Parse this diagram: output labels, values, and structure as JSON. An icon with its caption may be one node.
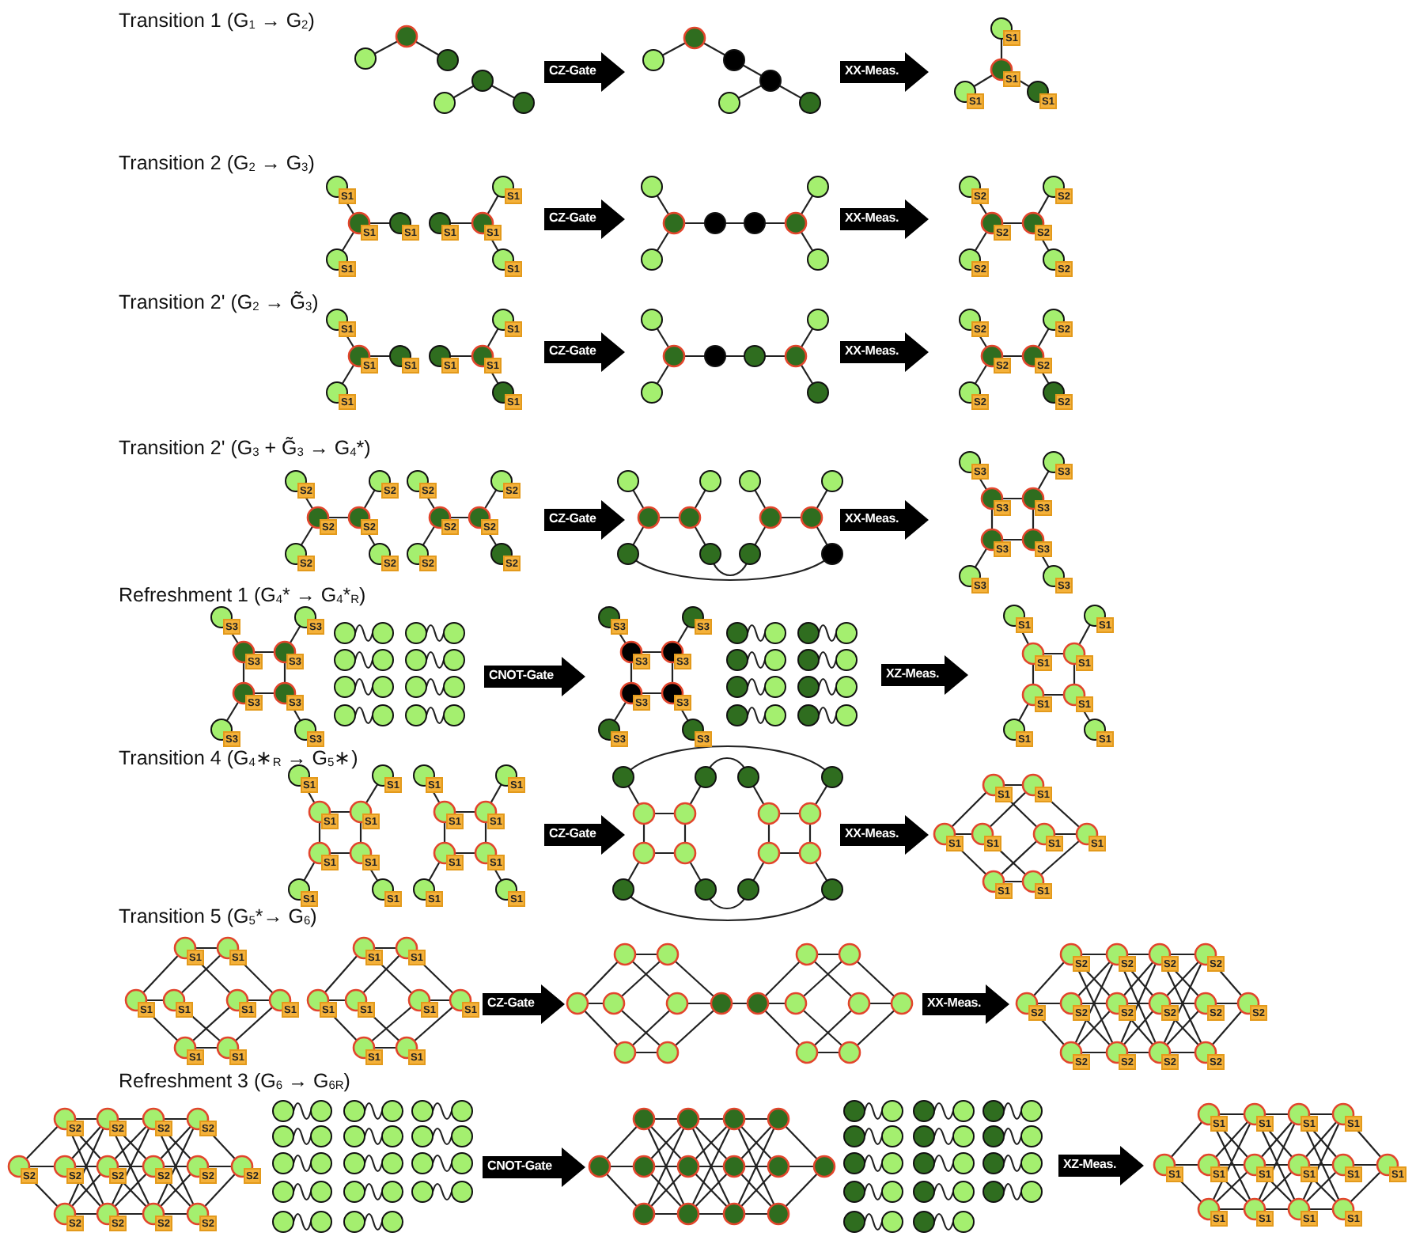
{
  "diagram": {
    "nodes": [
      {
        "text": [
          "CZ-Gate"
        ]
      },
      {
        "text": [
          "XX-Meas."
        ]
      },
      {
        "text": [
          "CZ-Gate"
        ]
      },
      {
        "text": [
          "XX-Meas."
        ]
      },
      {
        "text": [
          "CZ-Gate"
        ]
      },
      {
        "text": [
          "XX-Meas."
        ]
      },
      {
        "text": [
          "CZ-Gate"
        ]
      },
      {
        "text": [
          "XX-Meas."
        ]
      },
      {
        "text": [
          "CNOT-Gate"
        ]
      },
      {
        "text": [
          "XZ-Meas."
        ]
      },
      {
        "text": [
          "CZ-Gate"
        ]
      },
      {
        "text": [
          "XX-Meas."
        ]
      },
      {
        "text": [
          "CZ-Gate"
        ]
      },
      {
        "text": [
          "XX-Meas."
        ]
      },
      {
        "text": [
          "CNOT-Gate"
        ]
      },
      {
        "text": [
          "XZ-Meas."
        ]
      }
    ],
    "labels": [
      "Transition 1 (G$_{1}$ → G$_{2}$)",
      "S1",
      "S1",
      "S1",
      "S1",
      "Transition 2 (G$_{2}$ → G$_{3}$)",
      "S1",
      "S1",
      "S1",
      "S1",
      "S1",
      "S1",
      "S1",
      "S1",
      "S2",
      "S2",
      "S2",
      "S2",
      "S2",
      "S2",
      "Transition 2' (G$_{2}$ → G̃$_{3}$)",
      "S1",
      "S1",
      "S1",
      "S1",
      "S1",
      "S1",
      "S1",
      "S1",
      "S2",
      "S2",
      "S2",
      "S2",
      "S2",
      "S2",
      "Transition 2' (G$_{3}$ + G̃$_{3}$ → G$_{4}$*)",
      "S2",
      "S2",
      "S2",
      "S2",
      "S2",
      "S2",
      "S2",
      "S2",
      "S2",
      "S2",
      "S2",
      "S2",
      "S3",
      "S3",
      "S3",
      "S3",
      "S3",
      "S3",
      "S3",
      "S3",
      "Refreshment 1 (G$_{4}$* → G$_{4}$*$_{R}$)",
      "S3",
      "S3",
      "S3",
      "S3",
      "S3",
      "S3",
      "S3",
      "S3",
      "S3",
      "S3",
      "S3",
      "S3",
      "S3",
      "S3",
      "S3",
      "S3",
      "S1",
      "S1",
      "S1",
      "S1",
      "S1",
      "S1",
      "S1",
      "S1",
      "Transition 4 (G$_{4}$∗$_{R}$ → G$_{5}$∗)",
      "S1",
      "S1",
      "S1",
      "S1",
      "S1",
      "S1",
      "S1",
      "S1",
      "S1",
      "S1",
      "S1",
      "S1",
      "S1",
      "S1",
      "S1",
      "S1",
      "S1",
      "S1",
      "S1",
      "S1",
      "S1",
      "S1",
      "S1",
      "S1",
      "Transition 5 (G$_{5}$*→ G$_{6}$)",
      "S1",
      "S1",
      "S1",
      "S1",
      "S1",
      "S1",
      "S1",
      "S1",
      "S1",
      "S1",
      "S1",
      "S1",
      "S1",
      "S1",
      "S1",
      "S1",
      "S2",
      "S2",
      "S2",
      "S2",
      "S2",
      "S2",
      "S2",
      "S2",
      "S2",
      "S2",
      "S2",
      "S2",
      "S2",
      "S2",
      "Refreshment 3 (G$_{6}$ → G$_{6R}$)",
      "S2",
      "S2",
      "S2",
      "S2",
      "S2",
      "S2",
      "S2",
      "S2",
      "S2",
      "S2",
      "S2",
      "S2",
      "S2",
      "S2",
      "S1",
      "S1",
      "S1",
      "S1",
      "S1",
      "S1",
      "S1",
      "S1",
      "S1",
      "S1",
      "S1",
      "S1",
      "S1",
      "S1"
    ]
  }
}
